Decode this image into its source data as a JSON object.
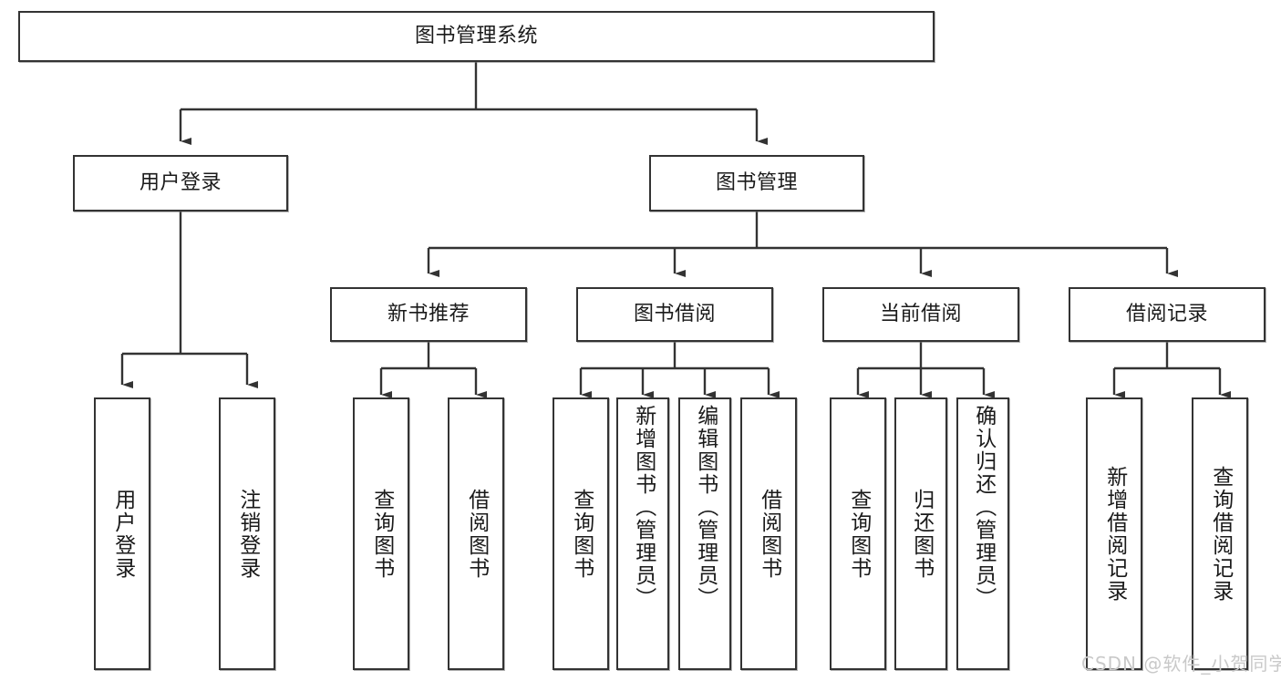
{
  "diagram": {
    "title_box": {
      "label": "图书管理系统"
    },
    "branches": [
      {
        "id": "user-login",
        "label": "用户登录"
      },
      {
        "id": "book-management",
        "label": "图书管理"
      }
    ],
    "modules": [
      {
        "id": "new-book-recommend",
        "label": "新书推荐"
      },
      {
        "id": "book-borrow",
        "label": "图书借阅"
      },
      {
        "id": "current-borrow",
        "label": "当前借阅"
      },
      {
        "id": "borrow-record",
        "label": "借阅记录"
      }
    ],
    "leaves": {
      "user_login": [
        {
          "id": "leaf-user-login",
          "label": "用户登录"
        },
        {
          "id": "leaf-logout-login",
          "label": "注销登录"
        }
      ],
      "new_book_recommend": [
        {
          "id": "leaf-query-book-1",
          "label": "查询图书"
        },
        {
          "id": "leaf-borrow-book-1",
          "label": "借阅图书"
        }
      ],
      "book_borrow": [
        {
          "id": "leaf-query-book-2",
          "label": "查询图书"
        },
        {
          "id": "leaf-add-book",
          "label": "新增图书（管理员）"
        },
        {
          "id": "leaf-edit-book",
          "label": "编辑图书（管理员）"
        },
        {
          "id": "leaf-borrow-book-2",
          "label": "借阅图书"
        }
      ],
      "current_borrow": [
        {
          "id": "leaf-query-book-3",
          "label": "查询图书"
        },
        {
          "id": "leaf-return-book",
          "label": "归还图书"
        },
        {
          "id": "leaf-confirm-return",
          "label": "确认归还（管理员）"
        }
      ],
      "borrow_record": [
        {
          "id": "leaf-add-borrow-record",
          "label": "新增借阅记录"
        },
        {
          "id": "leaf-query-borrow-record",
          "label": "查询借阅记录"
        }
      ]
    },
    "watermark": {
      "text": "CSDN @软件_小贺同学"
    },
    "colors": {
      "background": "#ffffff",
      "box_border": "#333333",
      "box_fill": "#ffffff",
      "text": "#1a1a1a",
      "edge": "#333333",
      "watermark": "#c9c9c9"
    }
  }
}
